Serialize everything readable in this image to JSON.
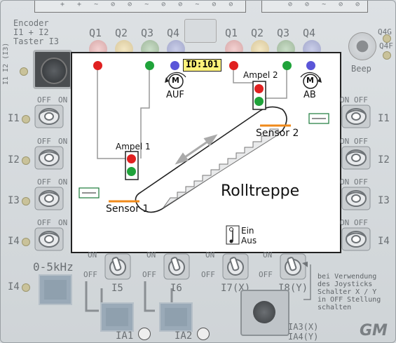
{
  "colors": {
    "red": "#e02020",
    "green": "#1fa33a",
    "blue": "#5a55d8",
    "orange": "#f08a1a",
    "yellow_badge": "#fff27a"
  },
  "top_header": {
    "left_pins": "+ + ~ ⊘ ⊘ ~ ⊘ ⊘ ~ ⊘ ⊘",
    "right_pins": "⊘ ⊘ ~ ⊘ ⊘"
  },
  "encoder": {
    "label_line1": "Encoder",
    "label_line2": "I1 + I2",
    "label_line3": "Taster I3",
    "side_i1": "I1",
    "side_i2": "I2",
    "side_i3": "(I3)"
  },
  "q_left": [
    "Q1",
    "Q2",
    "Q3",
    "Q4"
  ],
  "q_right": [
    "Q1",
    "Q2",
    "Q3",
    "Q4"
  ],
  "q_extra": [
    "Q4G",
    "Q4F"
  ],
  "beep": "Beep",
  "switches_left": [
    {
      "id": "I1",
      "off": "OFF",
      "on": "ON"
    },
    {
      "id": "I2",
      "off": "OFF",
      "on": "ON"
    },
    {
      "id": "I3",
      "off": "OFF",
      "on": "ON"
    },
    {
      "id": "I4",
      "off": "OFF",
      "on": "ON"
    }
  ],
  "switches_right": [
    {
      "id": "I1",
      "off": "OFF",
      "on": "ON"
    },
    {
      "id": "I2",
      "off": "OFF",
      "on": "ON"
    },
    {
      "id": "I3",
      "off": "OFF",
      "on": "ON"
    },
    {
      "id": "I4",
      "off": "OFF",
      "on": "ON"
    }
  ],
  "panel": {
    "id_badge": "ID:101",
    "motor_left": "M",
    "motor_left_label": "AUF",
    "motor_right": "M",
    "motor_right_label": "AB",
    "ampel1": "Ampel 1",
    "ampel2": "Ampel 2",
    "sensor1": "Sensor 1",
    "sensor2": "Sensor 2",
    "title": "Rolltreppe",
    "ein": "Ein",
    "aus": "Aus"
  },
  "bottom": {
    "freq_label": "0-5kHz",
    "i4_left": "I4",
    "toggles": [
      {
        "id": "I5",
        "on": "ON",
        "off": "OFF"
      },
      {
        "id": "I6",
        "on": "ON",
        "off": "OFF"
      },
      {
        "id": "I7(X)",
        "on": "ON",
        "off": "OFF"
      },
      {
        "id": "I8(Y)",
        "on": "ON",
        "off": "OFF"
      }
    ],
    "ia1": "IA1",
    "ia2": "IA2",
    "ia3": "IA3(X)",
    "ia4": "IA4(Y)",
    "note": "bei Verwendung\ndes Joysticks\nSchalter X / Y\nin OFF Stellung\nschalten",
    "logo": "GM"
  }
}
